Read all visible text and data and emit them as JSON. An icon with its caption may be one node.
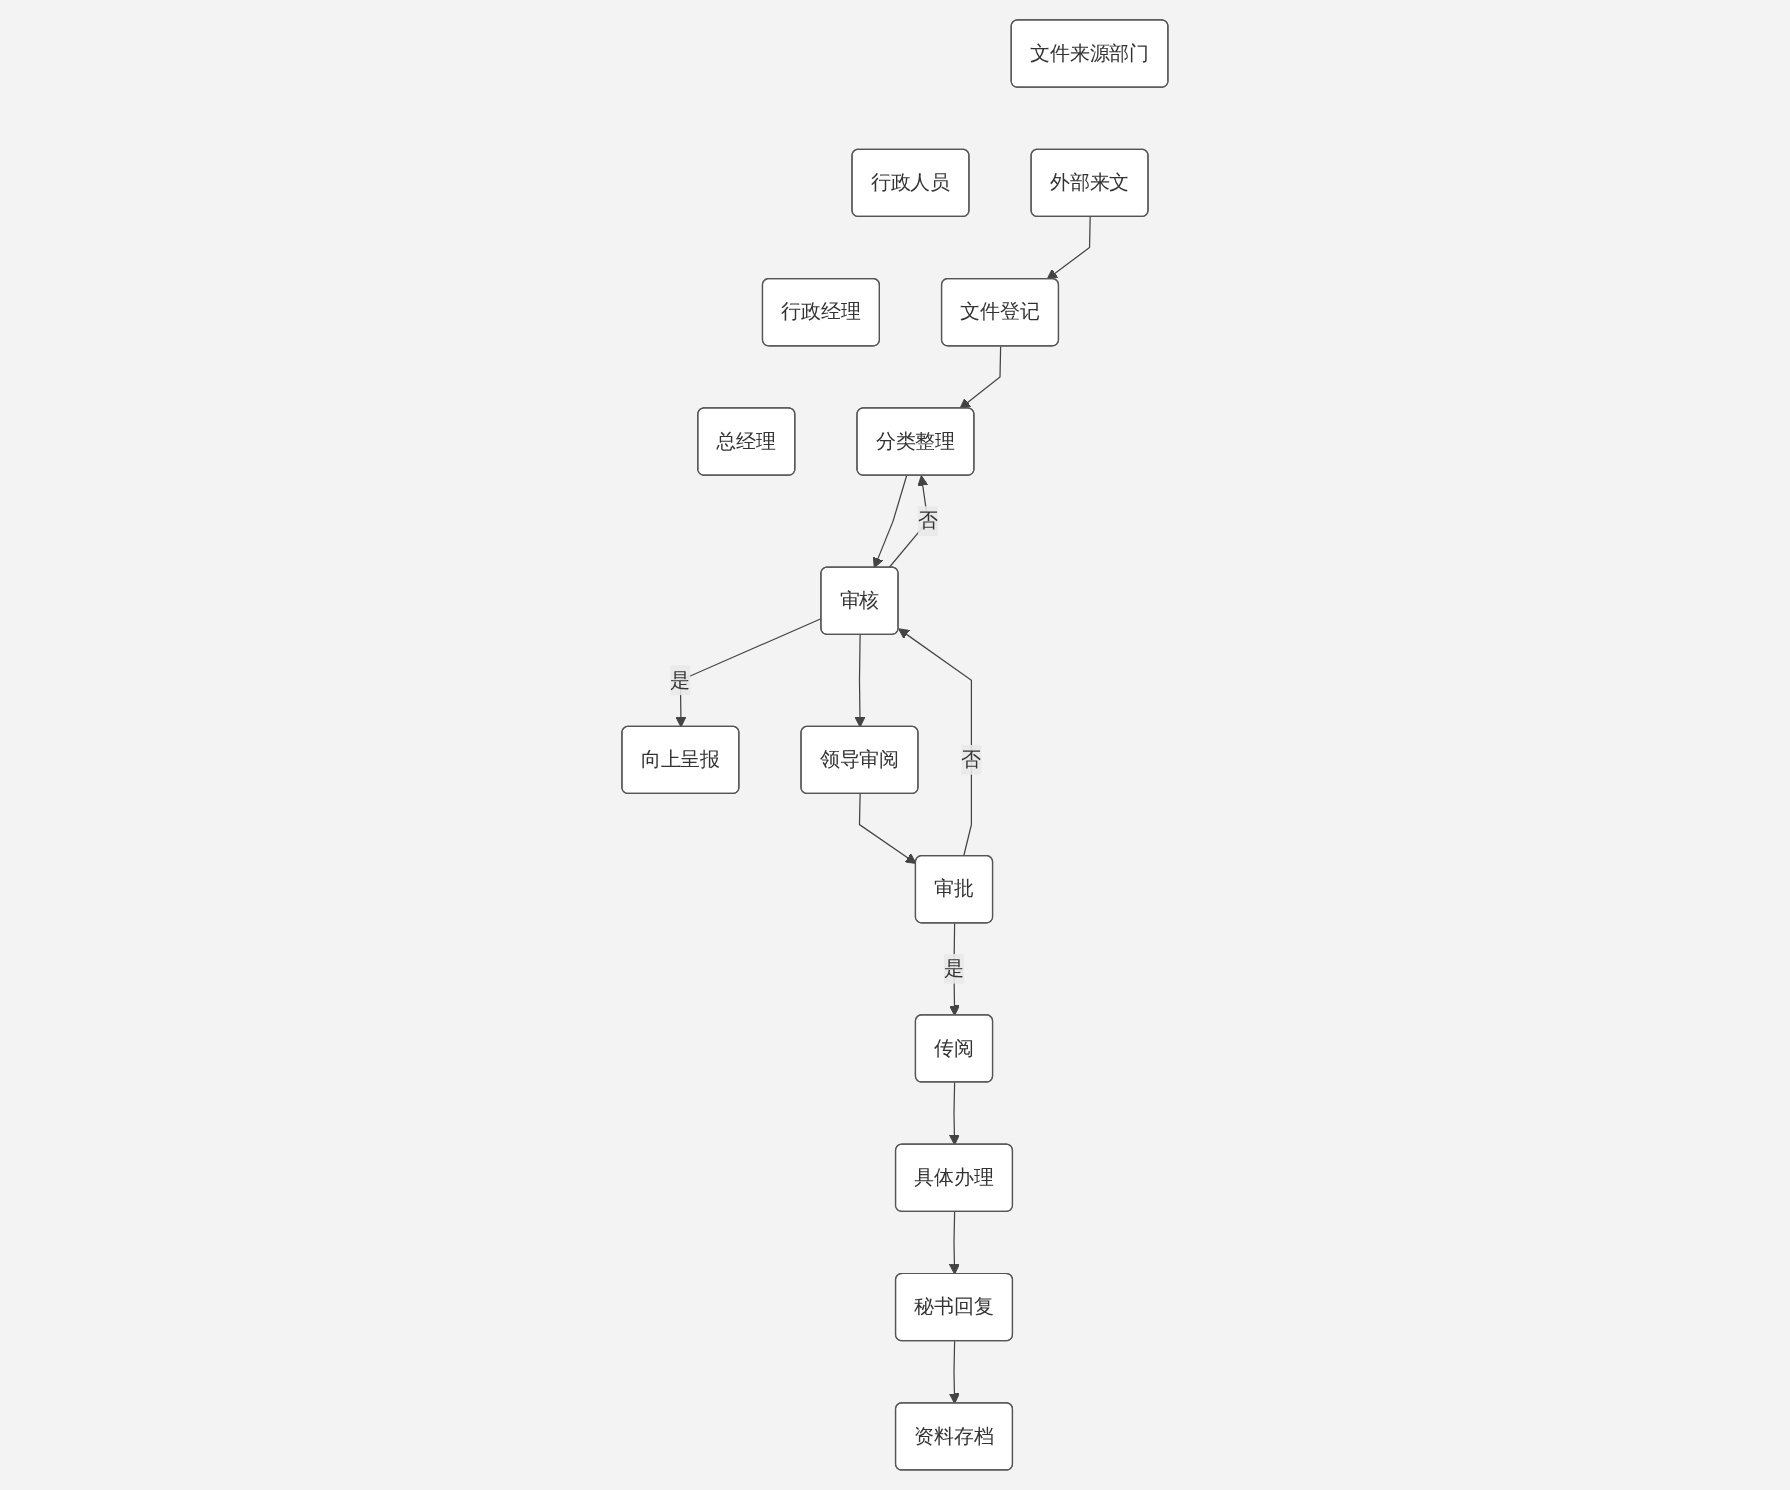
{
  "diagram": {
    "nodes": [
      {
        "text": [
          "文件来源部门"
        ]
      },
      {
        "text": [
          "行政人员"
        ]
      },
      {
        "text": [
          "行政经理"
        ]
      },
      {
        "text": [
          "总经理"
        ]
      },
      {
        "text": [
          "外部来文"
        ]
      },
      {
        "text": [
          "文件登记"
        ]
      },
      {
        "text": [
          "分类整理"
        ]
      },
      {
        "text": [
          "审核"
        ]
      },
      {
        "text": [
          "向上呈报"
        ]
      },
      {
        "text": [
          "领导审阅"
        ]
      },
      {
        "text": [
          "审批"
        ]
      },
      {
        "text": [
          "传阅"
        ]
      },
      {
        "text": [
          "具体办理"
        ]
      },
      {
        "text": [
          "秘书回复"
        ]
      },
      {
        "text": [
          "资料存档"
        ]
      }
    ],
    "edges": [
      {
        "from": 4,
        "to": 5,
        "arrow": "to"
      },
      {
        "from": 5,
        "to": 6,
        "arrow": "to"
      },
      {
        "from": 7,
        "to": 6,
        "arrow": "to",
        "label": "否"
      },
      {
        "from": 6,
        "to": 7,
        "arrow": "to"
      },
      {
        "from": 7,
        "to": 8,
        "arrow": "to",
        "label": "是"
      },
      {
        "from": 7,
        "to": 9,
        "arrow": "to"
      },
      {
        "from": 9,
        "to": 10,
        "arrow": "to"
      },
      {
        "from": 10,
        "to": 7,
        "arrow": "to",
        "label": "否"
      },
      {
        "from": 10,
        "to": 11,
        "arrow": "to",
        "label": "是"
      },
      {
        "from": 11,
        "to": 12,
        "arrow": "to"
      },
      {
        "from": 12,
        "to": 13,
        "arrow": "to"
      },
      {
        "from": 13,
        "to": 14,
        "arrow": "to"
      }
    ]
  }
}
